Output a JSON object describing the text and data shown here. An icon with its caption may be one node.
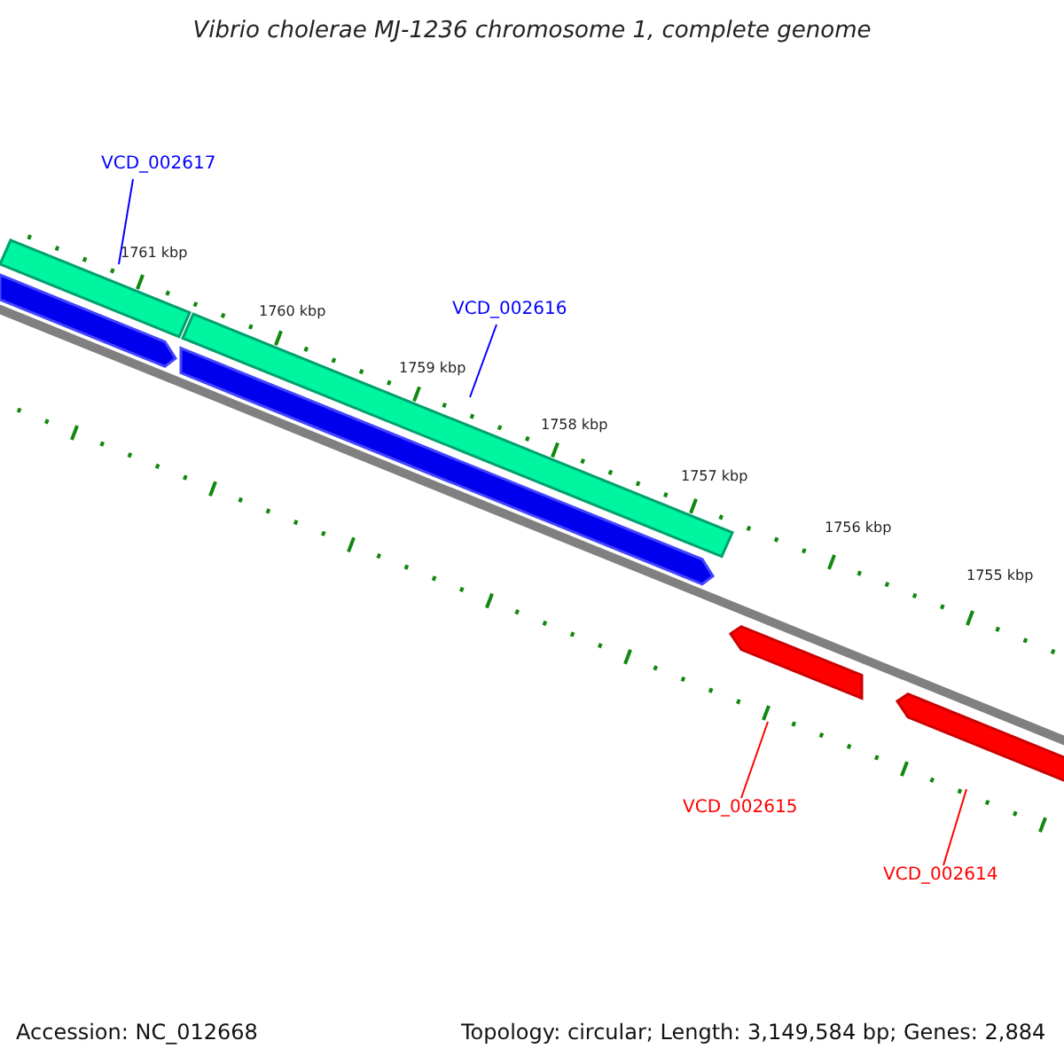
{
  "diagram": {
    "title": "Vibrio cholerae MJ-1236 chromosome 1, complete genome",
    "nodes": [
      {
        "text": [
          "VCD_002617"
        ]
      },
      {
        "text": [],
        "shape": "bar"
      },
      {
        "text": [],
        "shape": "arrow"
      },
      {
        "text": [],
        "shape": "bar"
      },
      {
        "text": [],
        "shape": "arrow"
      },
      {
        "text": [
          "VCD_002616"
        ]
      },
      {
        "text": [],
        "shape": "arrow"
      },
      {
        "text": [],
        "shape": "arrow"
      },
      {
        "text": [
          "VCD_002615"
        ]
      },
      {
        "text": [
          "VCD_002614"
        ]
      }
    ],
    "edges": [
      {
        "from": 0,
        "to": 1,
        "arrow": "none",
        "color": "#0000ff"
      },
      {
        "from": 5,
        "to": 3,
        "arrow": "none",
        "color": "#0000ff"
      },
      {
        "from": 8,
        "to": 6,
        "arrow": "none",
        "color": "#ff0000"
      },
      {
        "from": 9,
        "to": 7,
        "arrow": "none",
        "color": "#ff0000"
      }
    ],
    "labels": [
      "1761 kbp",
      "1760 kbp",
      "1759 kbp",
      "1758 kbp",
      "1757 kbp",
      "1756 kbp",
      "1755 kbp",
      "Accession: NC_012668",
      "Topology: circular; Length: 3,149,584 bp; Genes: 2,884"
    ]
  }
}
